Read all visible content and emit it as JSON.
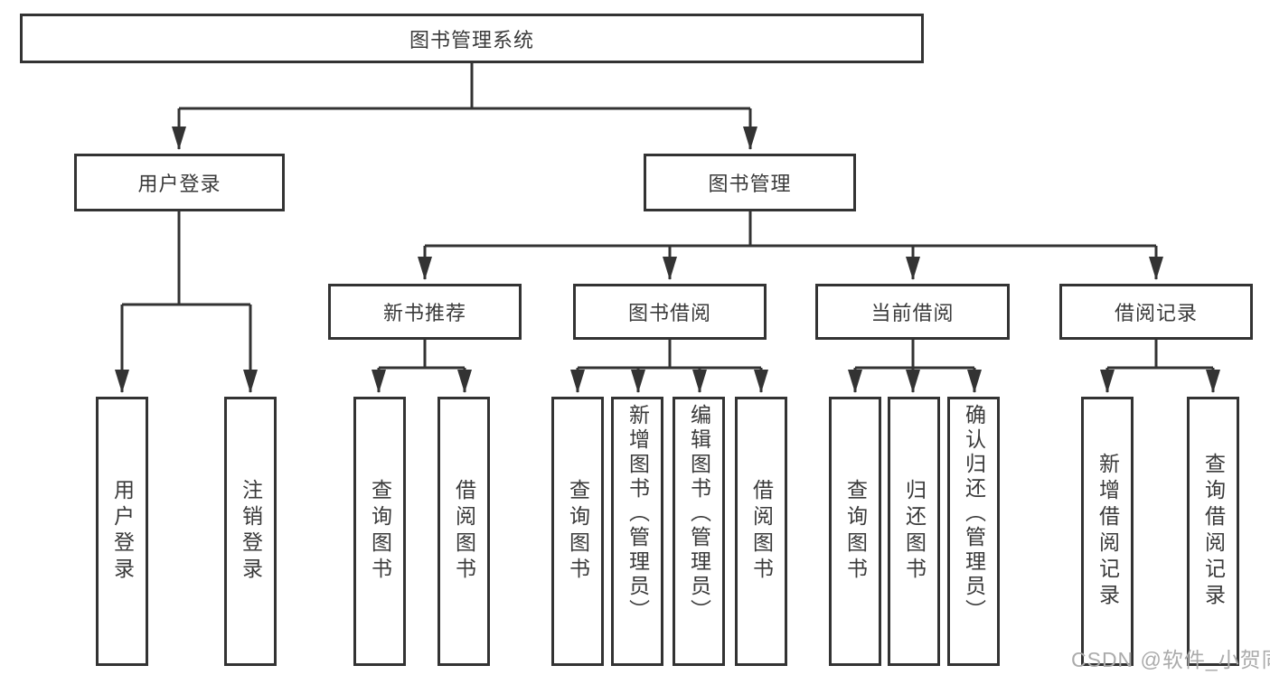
{
  "palette": {
    "background": "#ffffff",
    "line_color": "#333333",
    "box_border_color": "#333333",
    "box_fill_color": "#ffffff",
    "text_color": "#3a3a3a",
    "watermark_color": "#ababab"
  },
  "tree": {
    "root": {
      "label": "图书管理系统"
    },
    "branches": [
      {
        "label": "用户登录",
        "children": [
          {
            "label": "用户登录"
          },
          {
            "label": "注销登录"
          }
        ]
      },
      {
        "label": "图书管理",
        "children": [
          {
            "label": "新书推荐",
            "children": [
              {
                "label": "查询图书"
              },
              {
                "label": "借阅图书"
              }
            ]
          },
          {
            "label": "图书借阅",
            "children": [
              {
                "label": "查询图书"
              },
              {
                "label": "新增图书（管理员）"
              },
              {
                "label": "编辑图书（管理员）"
              },
              {
                "label": "借阅图书"
              }
            ]
          },
          {
            "label": "当前借阅",
            "children": [
              {
                "label": "查询图书"
              },
              {
                "label": "归还图书"
              },
              {
                "label": "确认归还（管理员）"
              }
            ]
          },
          {
            "label": "借阅记录",
            "children": [
              {
                "label": "新增借阅记录"
              },
              {
                "label": "查询借阅记录"
              }
            ]
          }
        ]
      }
    ]
  },
  "watermark": {
    "text": "CSDN @软件_小贺同学"
  }
}
